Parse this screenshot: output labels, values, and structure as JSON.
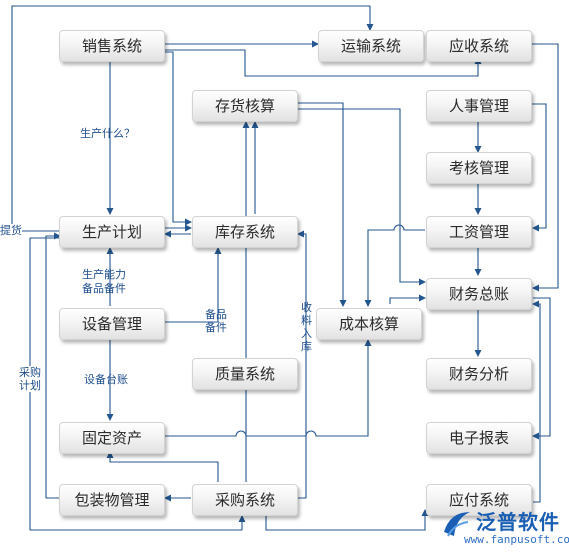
{
  "nodes": {
    "sales": "销售系统",
    "transport": "运输系统",
    "receivable": "应收系统",
    "inventory_accounting": "存货核算",
    "hr": "人事管理",
    "appraisal": "考核管理",
    "salary": "工资管理",
    "production_plan": "生产计划",
    "stock": "库存系统",
    "ledger": "财务总账",
    "equipment": "设备管理",
    "cost_accounting": "成本核算",
    "quality": "质量系统",
    "financial_analysis": "财务分析",
    "fixed_assets": "固定资产",
    "e_report": "电子报表",
    "packaging": "包装物管理",
    "purchasing": "采购系统",
    "payable": "应付系统"
  },
  "labels": {
    "what_to_produce": "生产什么？",
    "capacity_line1": "生产能力",
    "capacity_line2": "备品备件",
    "spare_parts": "备品备件",
    "equipment_ledger": "设备台账",
    "receive_stock": "收料入库",
    "pickup": "提货",
    "purchase_plan": "采购计划"
  },
  "logo": {
    "name": "泛普软件",
    "url": "www.fanpusoft.com",
    "color": "#1a5fb4"
  },
  "colors": {
    "connector": "#24568f",
    "label": "#1f4e8c"
  }
}
